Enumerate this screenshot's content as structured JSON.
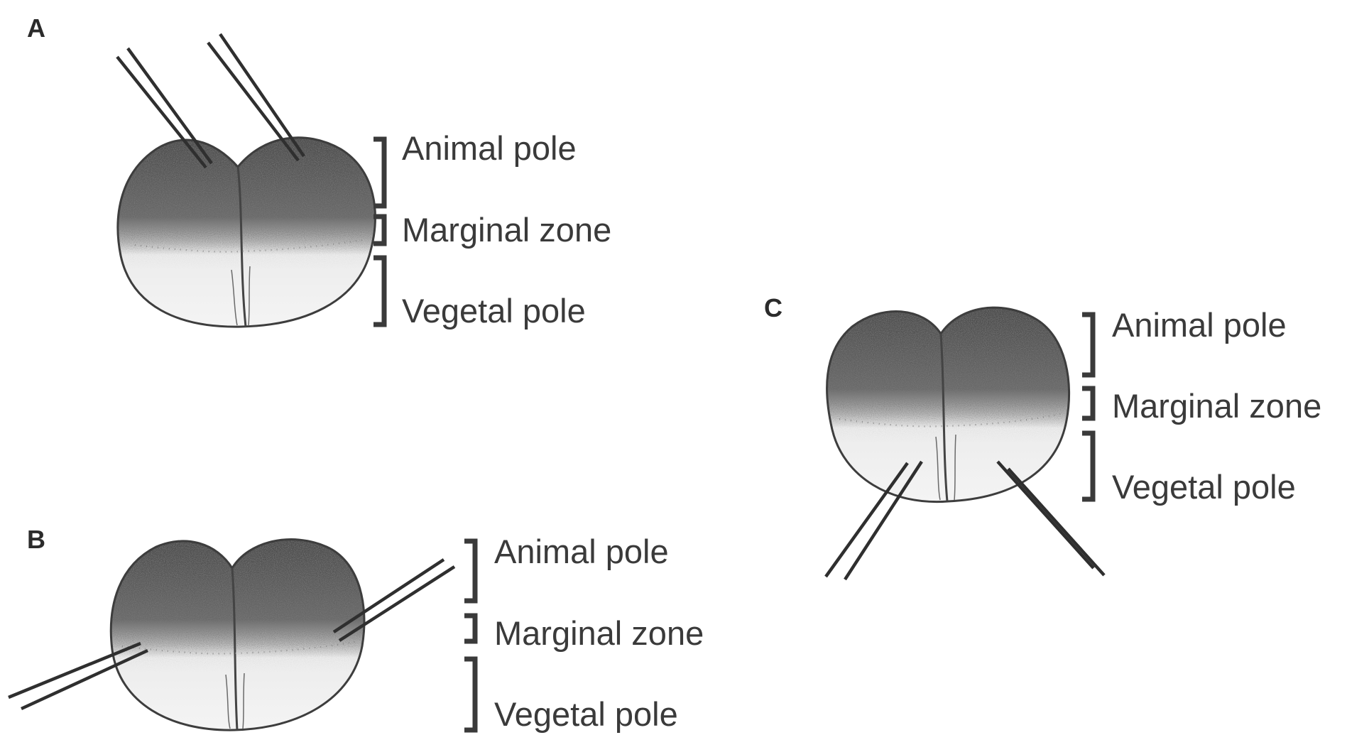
{
  "panels": [
    {
      "id": "A",
      "letter": "A",
      "labels": {
        "animal": "Animal pole",
        "marginal": "Marginal zone",
        "vegetal": "Vegetal pole"
      }
    },
    {
      "id": "B",
      "letter": "B",
      "labels": {
        "animal": "Animal pole",
        "marginal": "Marginal zone",
        "vegetal": "Vegetal pole"
      }
    },
    {
      "id": "C",
      "letter": "C",
      "labels": {
        "animal": "Animal pole",
        "marginal": "Marginal zone",
        "vegetal": "Vegetal pole"
      }
    }
  ],
  "colors": {
    "pigment": "#3a3a3a",
    "yolk": "#f2f2f2",
    "ink": "#3a3a3a",
    "background": "#ffffff"
  }
}
